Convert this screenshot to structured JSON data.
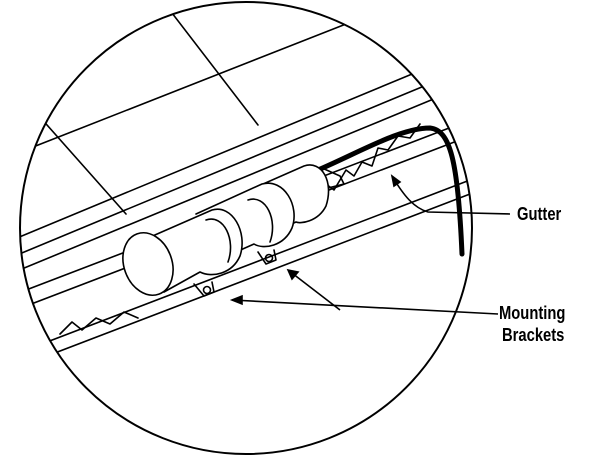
{
  "labels": {
    "gutter": "Gutter",
    "mounting_line1": "Mounting",
    "mounting_line2": "Brackets"
  },
  "colors": {
    "line": "#000000",
    "background": "#ffffff"
  }
}
